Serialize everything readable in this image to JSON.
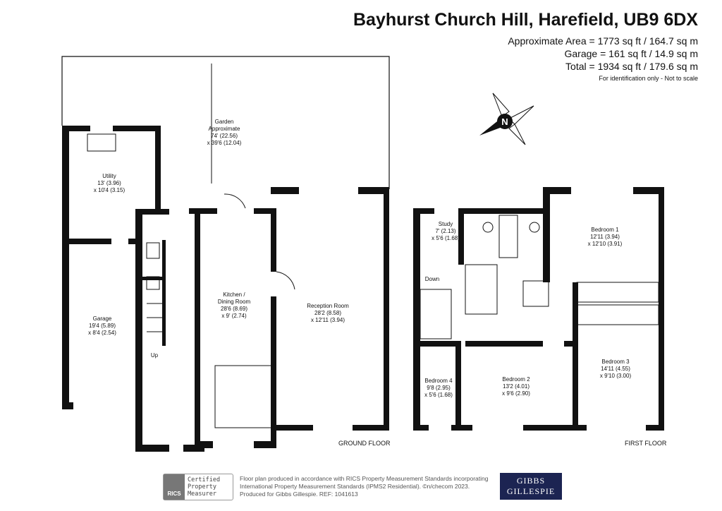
{
  "header": {
    "title": "Bayhurst Church Hill, Harefield, UB9 6DX",
    "area": "Approximate Area = 1773 sq ft / 164.7 sq m",
    "garage": "Garage = 161 sq ft / 14.9 sq m",
    "total": "Total = 1934 sq ft / 179.6 sq m",
    "note": "For identification only - Not to scale"
  },
  "compass": {
    "label": "N"
  },
  "ground_floor": {
    "label": "GROUND FLOOR",
    "rooms": [
      {
        "name": "Garden",
        "lines": [
          "Garden",
          "Approximate",
          "74' (22.56)",
          "x 39'6 (12.04)"
        ]
      },
      {
        "name": "Utility",
        "lines": [
          "Utility",
          "13' (3.96)",
          "x 10'4 (3.15)"
        ]
      },
      {
        "name": "Garage",
        "lines": [
          "Garage",
          "19'4 (5.89)",
          "x 8'4 (2.54)"
        ]
      },
      {
        "name": "Kitchen / Dining Room",
        "lines": [
          "Kitchen /",
          "Dining Room",
          "28'6 (8.69)",
          "x 9' (2.74)"
        ]
      },
      {
        "name": "Reception Room",
        "lines": [
          "Reception Room",
          "28'2 (8.58)",
          "x 12'11 (3.94)"
        ]
      }
    ],
    "stairs_label": "Up"
  },
  "first_floor": {
    "label": "FIRST FLOOR",
    "rooms": [
      {
        "name": "Study",
        "lines": [
          "Study",
          "7' (2.13)",
          "x 5'6 (1.68)"
        ]
      },
      {
        "name": "Bedroom 1",
        "lines": [
          "Bedroom 1",
          "12'11 (3.94)",
          "x 12'10 (3.91)"
        ]
      },
      {
        "name": "Bedroom 2",
        "lines": [
          "Bedroom 2",
          "13'2 (4.01)",
          "x 9'6 (2.90)"
        ]
      },
      {
        "name": "Bedroom 3",
        "lines": [
          "Bedroom 3",
          "14'11 (4.55)",
          "x 9'10 (3.00)"
        ]
      },
      {
        "name": "Bedroom 4",
        "lines": [
          "Bedroom 4",
          "9'8 (2.95)",
          "x 5'6 (1.68)"
        ]
      }
    ],
    "stairs_label": "Down"
  },
  "footer": {
    "rics_logo": "RICS",
    "rics_badge": [
      "Certified",
      "Property",
      "Measurer"
    ],
    "produced": [
      "Floor plan produced in accordance with RICS Property Measurement Standards incorporating",
      "International Property Measurement Standards (IPMS2 Residential).  ©n/checom 2023.",
      "Produced for Gibbs Gillespie.   REF: 1041613"
    ],
    "agent_logo": [
      "GIBBS",
      "GILLESPIE"
    ]
  }
}
